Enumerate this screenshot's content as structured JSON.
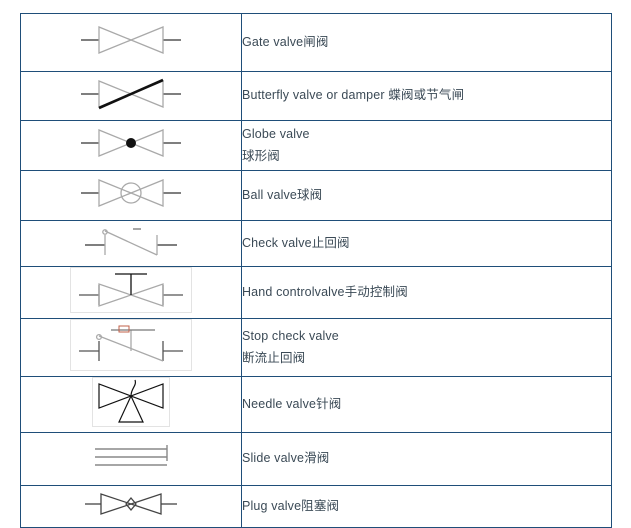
{
  "document": {
    "type": "valve-symbol-reference-table",
    "columns": [
      "symbol",
      "description"
    ],
    "border_color": "#1f4e79",
    "text_color": "#3b4a56",
    "symbol_line_color": "#a9a9a9",
    "symbol_accent_color": "#111111"
  },
  "rows": [
    {
      "symbol_name": "gate-valve-symbol",
      "symbol_type": "bowtie",
      "framed": false,
      "lines": [
        "Gate valve闸阀"
      ]
    },
    {
      "symbol_name": "butterfly-valve-symbol",
      "symbol_type": "bowtie-diagonal",
      "framed": false,
      "lines": [
        "Butterfly valve or damper 蝶阀或节气闸"
      ]
    },
    {
      "symbol_name": "globe-valve-symbol",
      "symbol_type": "bowtie-dot",
      "framed": false,
      "lines": [
        "Globe valve",
        "球形阀"
      ]
    },
    {
      "symbol_name": "ball-valve-symbol",
      "symbol_type": "bowtie-circle",
      "framed": false,
      "lines": [
        "Ball valve球阀"
      ]
    },
    {
      "symbol_name": "check-valve-symbol",
      "symbol_type": "check",
      "framed": false,
      "lines": [
        "Check valve止回阀"
      ]
    },
    {
      "symbol_name": "hand-control-valve-symbol",
      "symbol_type": "bowtie-handwheel",
      "framed": true,
      "lines": [
        "Hand controlvalve手动控制阀"
      ]
    },
    {
      "symbol_name": "stop-check-valve-symbol",
      "symbol_type": "check-stem",
      "framed": true,
      "lines": [
        "Stop check valve",
        "断流止回阀"
      ]
    },
    {
      "symbol_name": "needle-valve-symbol",
      "symbol_type": "needle",
      "framed": true,
      "lines": [
        "Needle valve针阀"
      ]
    },
    {
      "symbol_name": "slide-valve-symbol",
      "symbol_type": "slide",
      "framed": false,
      "lines": [
        "Slide valve滑阀"
      ]
    },
    {
      "symbol_name": "plug-valve-symbol",
      "symbol_type": "bowtie-plug",
      "framed": false,
      "lines": [
        "Plug valve阻塞阀"
      ]
    }
  ]
}
